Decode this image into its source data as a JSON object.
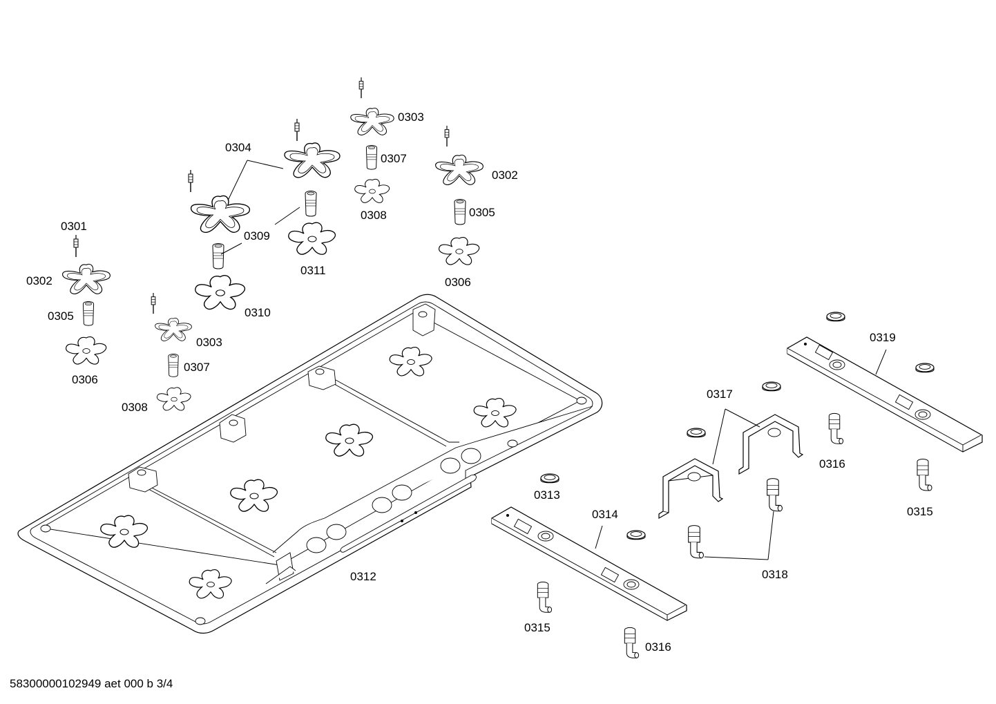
{
  "footer": {
    "document_id": "58300000102949 aet 000 b 3/4"
  },
  "callouts": [
    {
      "id": "c-0301",
      "text": "0301"
    },
    {
      "id": "c-0302a",
      "text": "0302"
    },
    {
      "id": "c-0302b",
      "text": "0302"
    },
    {
      "id": "c-0303a",
      "text": "0303"
    },
    {
      "id": "c-0303b",
      "text": "0303"
    },
    {
      "id": "c-0304",
      "text": "0304"
    },
    {
      "id": "c-0305a",
      "text": "0305"
    },
    {
      "id": "c-0305b",
      "text": "0305"
    },
    {
      "id": "c-0306a",
      "text": "0306"
    },
    {
      "id": "c-0306b",
      "text": "0306"
    },
    {
      "id": "c-0307a",
      "text": "0307"
    },
    {
      "id": "c-0307b",
      "text": "0307"
    },
    {
      "id": "c-0308a",
      "text": "0308"
    },
    {
      "id": "c-0308b",
      "text": "0308"
    },
    {
      "id": "c-0309",
      "text": "0309"
    },
    {
      "id": "c-0310",
      "text": "0310"
    },
    {
      "id": "c-0311",
      "text": "0311"
    },
    {
      "id": "c-0312",
      "text": "0312"
    },
    {
      "id": "c-0313",
      "text": "0313"
    },
    {
      "id": "c-0314",
      "text": "0314"
    },
    {
      "id": "c-0315a",
      "text": "0315"
    },
    {
      "id": "c-0315b",
      "text": "0315"
    },
    {
      "id": "c-0316a",
      "text": "0316"
    },
    {
      "id": "c-0316b",
      "text": "0316"
    },
    {
      "id": "c-0317",
      "text": "0317"
    },
    {
      "id": "c-0318",
      "text": "0318"
    },
    {
      "id": "c-0319",
      "text": "0319"
    }
  ]
}
